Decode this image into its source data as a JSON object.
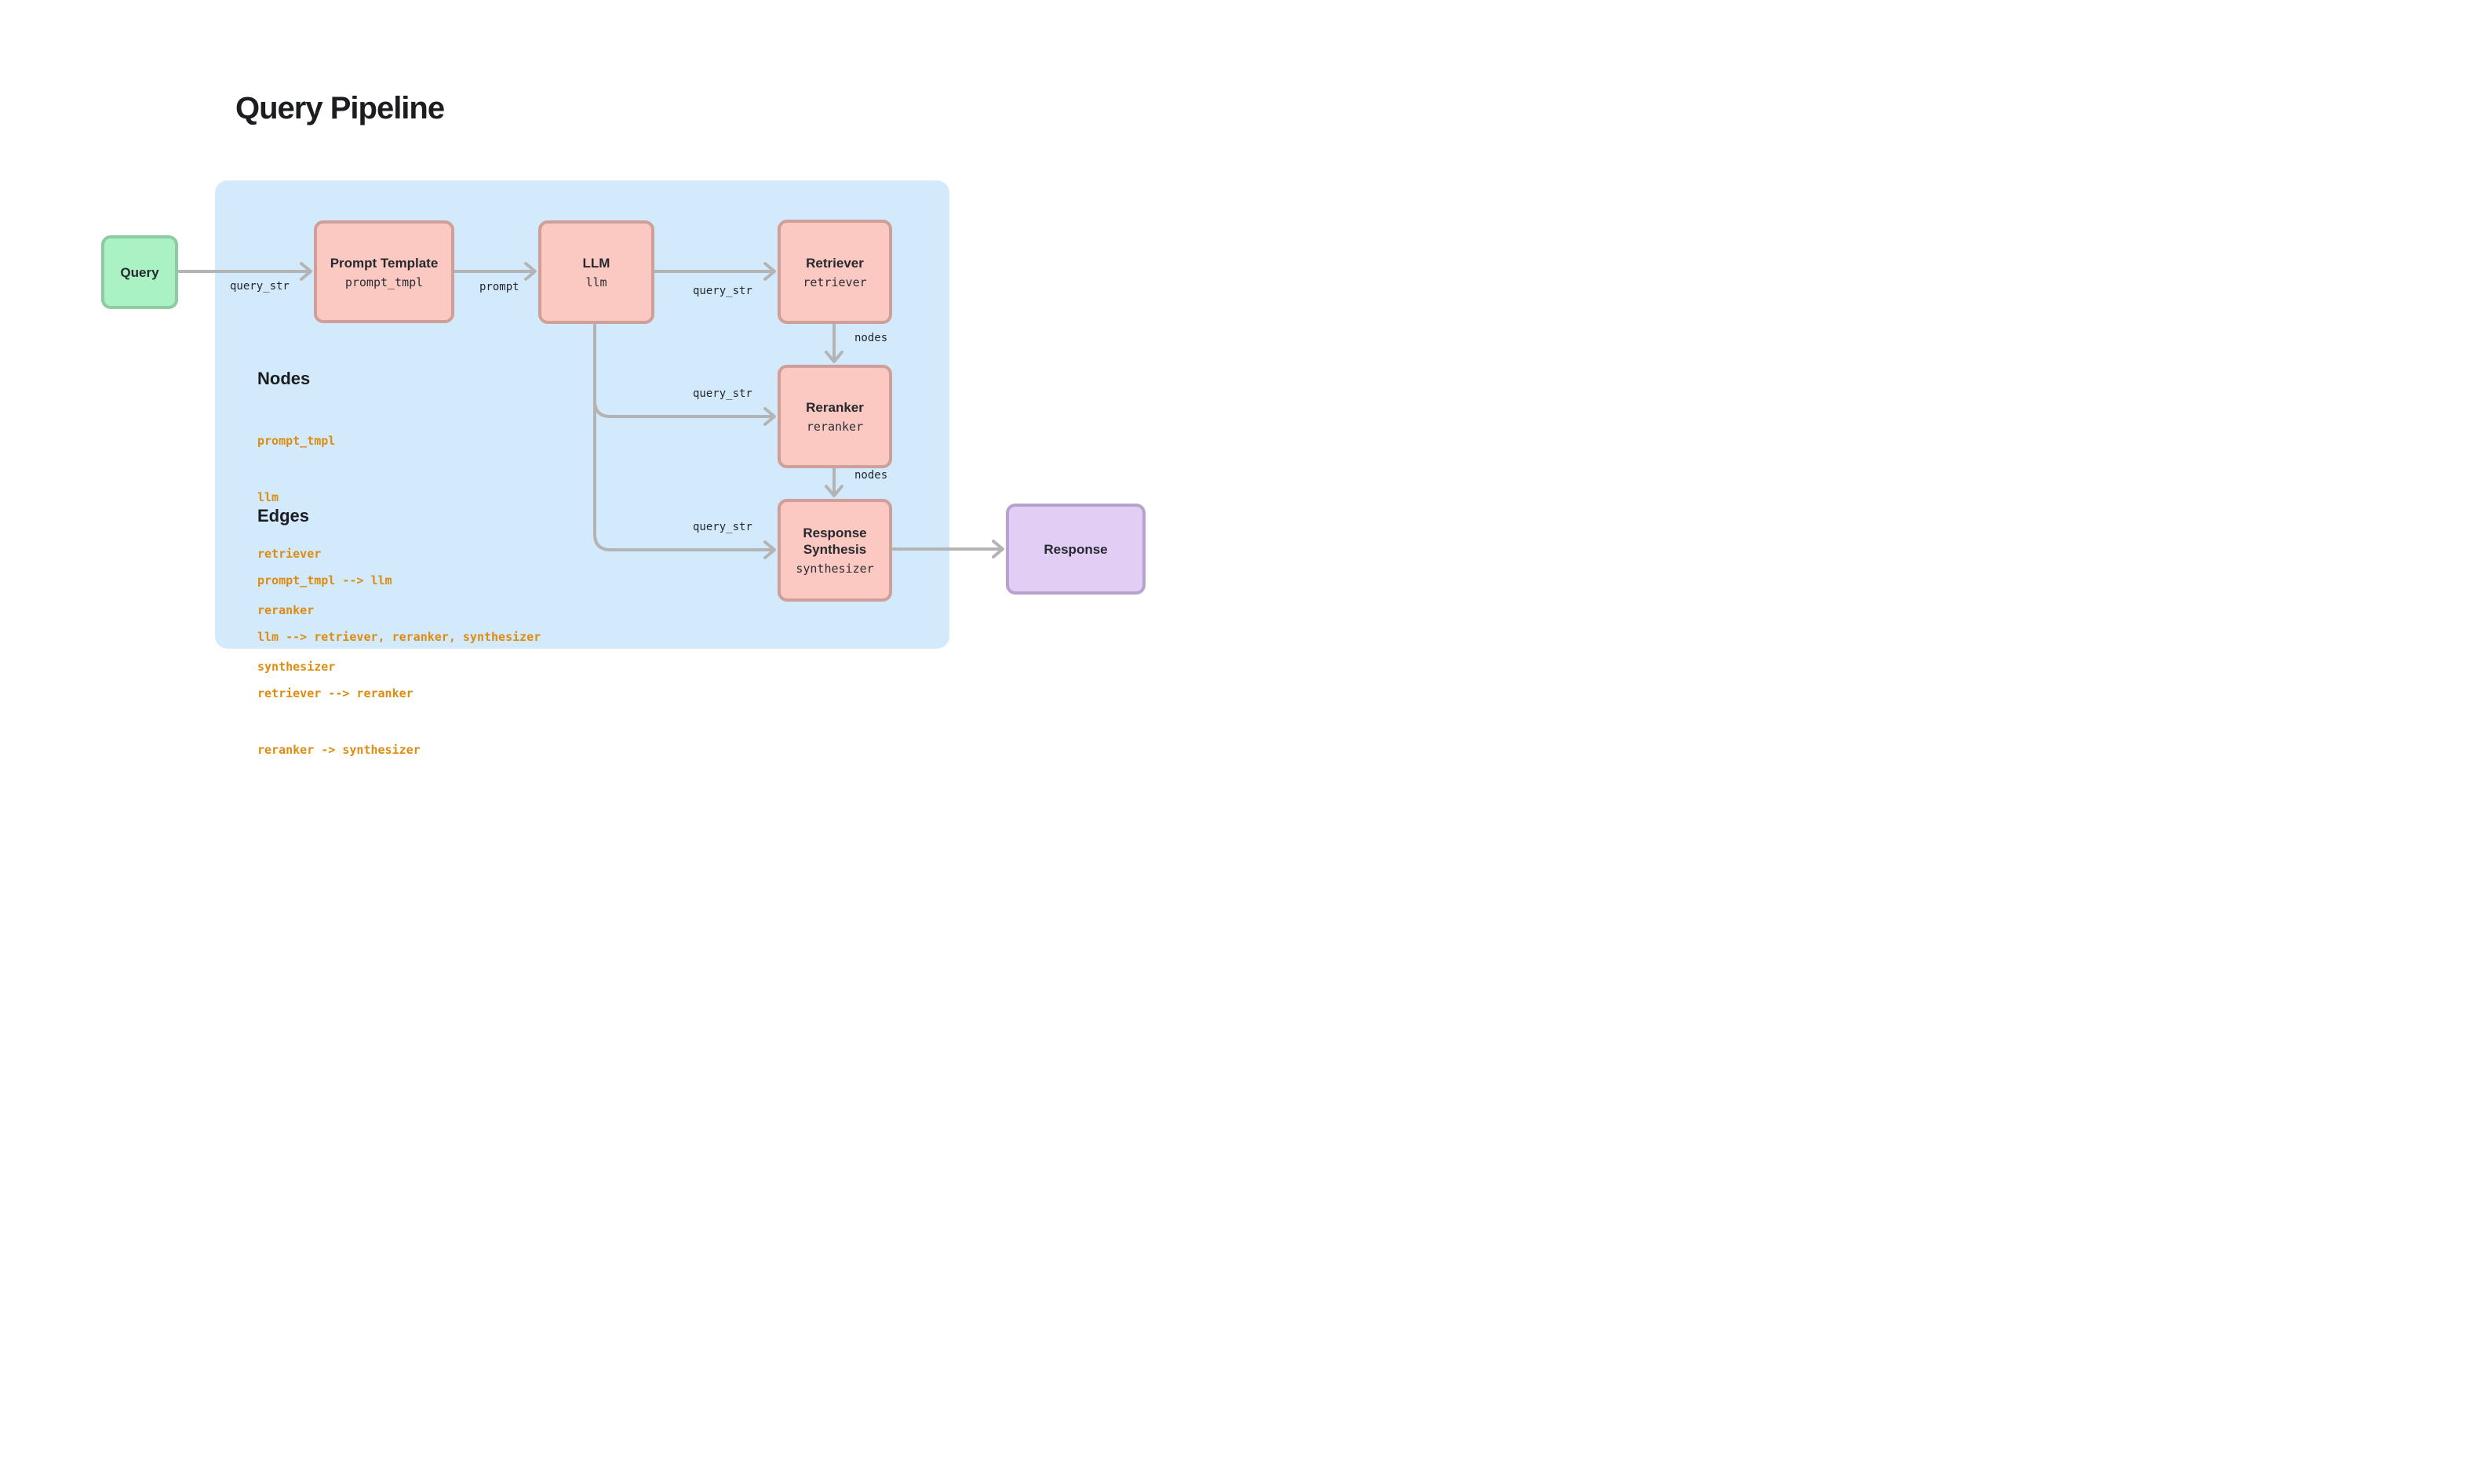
{
  "title": "Query Pipeline",
  "diagram": {
    "input_node": {
      "label": "Query"
    },
    "output_node": {
      "label": "Response"
    },
    "pipeline_nodes": [
      {
        "title": "Prompt Template",
        "id": "prompt_tmpl"
      },
      {
        "title": "LLM",
        "id": "llm"
      },
      {
        "title": "Retriever",
        "id": "retriever"
      },
      {
        "title": "Reranker",
        "id": "reranker"
      },
      {
        "title": "Response Synthesis",
        "id": "synthesizer"
      }
    ],
    "edges": [
      {
        "from": "query",
        "to": "prompt_tmpl",
        "label": "query_str"
      },
      {
        "from": "prompt_tmpl",
        "to": "llm",
        "label": "prompt"
      },
      {
        "from": "llm",
        "to": "retriever",
        "label": "query_str"
      },
      {
        "from": "retriever",
        "to": "reranker",
        "label": "nodes"
      },
      {
        "from": "llm",
        "to": "reranker",
        "label": "query_str"
      },
      {
        "from": "reranker",
        "to": "synthesizer",
        "label": "nodes"
      },
      {
        "from": "llm",
        "to": "synthesizer",
        "label": "query_str"
      },
      {
        "from": "synthesizer",
        "to": "response",
        "label": ""
      }
    ]
  },
  "legend": {
    "nodes_heading": "Nodes",
    "nodes": [
      "prompt_tmpl",
      "llm",
      "retriever",
      "reranker",
      "synthesizer"
    ],
    "edges_heading": "Edges",
    "edges": [
      "prompt_tmpl --> llm",
      "llm --> retriever, reranker, synthesizer",
      "retriever --> reranker",
      "reranker -> synthesizer"
    ]
  },
  "colors": {
    "panel_blue": "#d3eafc",
    "node_pink_fill": "#fbc8c2",
    "node_pink_border": "#cfa09a",
    "input_green_fill": "#aaf2c4",
    "input_green_border": "#8ecba2",
    "output_purple_fill": "#e2cdf5",
    "output_purple_border": "#b5a3ce",
    "arrow_gray": "#b4b4b4",
    "legend_orange": "#dd8c0f"
  }
}
